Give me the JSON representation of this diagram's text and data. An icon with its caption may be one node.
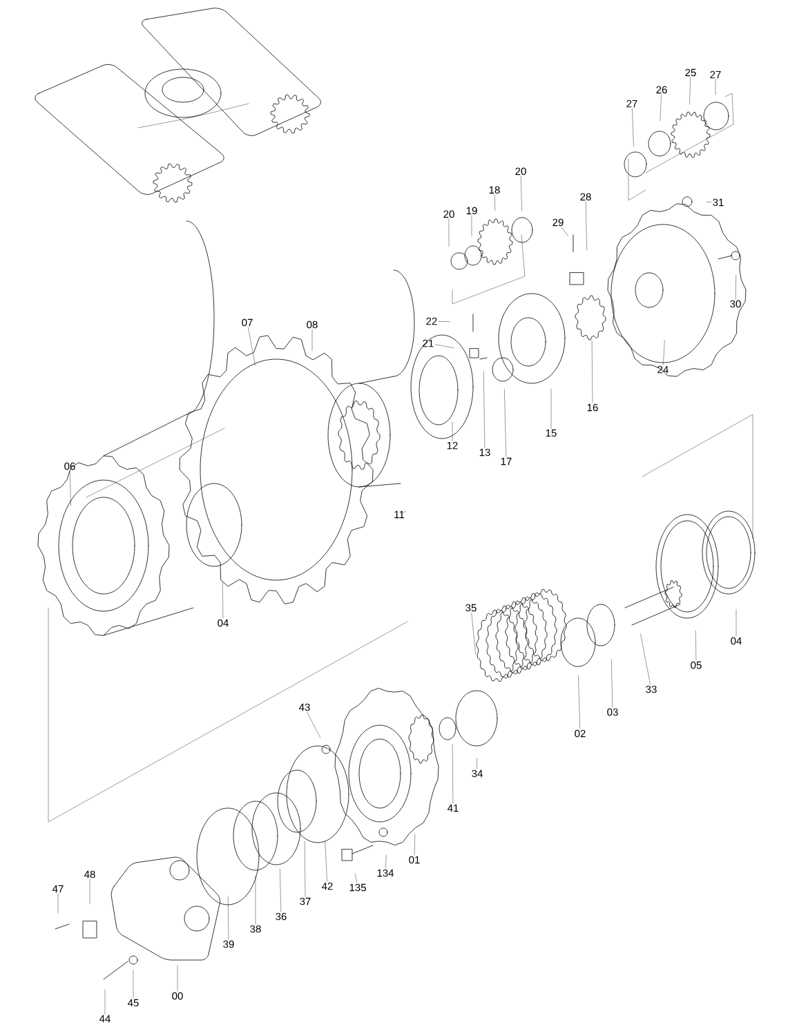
{
  "diagram": {
    "nodes": [
      {
        "text": [
          "27"
        ]
      },
      {
        "text": [
          "26"
        ]
      },
      {
        "text": [
          "25"
        ]
      },
      {
        "text": [
          "27"
        ]
      },
      {
        "text": [
          "20"
        ]
      },
      {
        "text": [
          "18"
        ]
      },
      {
        "text": [
          "19"
        ]
      },
      {
        "text": [
          "20"
        ]
      },
      {
        "text": [
          "29"
        ]
      },
      {
        "text": [
          "28"
        ]
      },
      {
        "text": [
          "31"
        ]
      },
      {
        "text": [
          "30"
        ]
      },
      {
        "text": [
          "24"
        ]
      },
      {
        "text": [
          "22"
        ]
      },
      {
        "text": [
          "21"
        ]
      },
      {
        "text": [
          "16"
        ]
      },
      {
        "text": [
          "15"
        ]
      },
      {
        "text": [
          "17"
        ]
      },
      {
        "text": [
          "13"
        ]
      },
      {
        "text": [
          "12"
        ]
      },
      {
        "text": [
          "11"
        ]
      },
      {
        "text": [
          "08"
        ]
      },
      {
        "text": [
          "07"
        ]
      },
      {
        "text": [
          "06"
        ]
      },
      {
        "text": [
          "04"
        ]
      },
      {
        "text": [
          "04"
        ]
      },
      {
        "text": [
          "05"
        ]
      },
      {
        "text": [
          "33"
        ]
      },
      {
        "text": [
          "03"
        ]
      },
      {
        "text": [
          "02"
        ]
      },
      {
        "text": [
          "35"
        ]
      },
      {
        "text": [
          "34"
        ]
      },
      {
        "text": [
          "41"
        ]
      },
      {
        "text": [
          "43"
        ]
      },
      {
        "text": [
          "01"
        ]
      },
      {
        "text": [
          "134"
        ]
      },
      {
        "text": [
          "135"
        ]
      },
      {
        "text": [
          "42"
        ]
      },
      {
        "text": [
          "37"
        ]
      },
      {
        "text": [
          "36"
        ]
      },
      {
        "text": [
          "38"
        ]
      },
      {
        "text": [
          "39"
        ]
      },
      {
        "text": [
          "00"
        ]
      },
      {
        "text": [
          "45"
        ]
      },
      {
        "text": [
          "44"
        ]
      },
      {
        "text": [
          "47"
        ]
      },
      {
        "text": [
          "48"
        ]
      }
    ],
    "edges": [
      {
        "from": 0,
        "to": null,
        "arrow": "none"
      },
      {
        "from": 1,
        "to": null,
        "arrow": "none"
      },
      {
        "from": 2,
        "to": null,
        "arrow": "none"
      },
      {
        "from": 3,
        "to": null,
        "arrow": "none"
      },
      {
        "from": 4,
        "to": null,
        "arrow": "none"
      },
      {
        "from": 5,
        "to": null,
        "arrow": "none"
      },
      {
        "from": 6,
        "to": null,
        "arrow": "none"
      },
      {
        "from": 7,
        "to": null,
        "arrow": "none"
      },
      {
        "from": 8,
        "to": null,
        "arrow": "none"
      },
      {
        "from": 9,
        "to": null,
        "arrow": "none"
      },
      {
        "from": 10,
        "to": null,
        "arrow": "none"
      },
      {
        "from": 11,
        "to": null,
        "arrow": "none"
      },
      {
        "from": 12,
        "to": null,
        "arrow": "none"
      },
      {
        "from": 13,
        "to": null,
        "arrow": "none"
      },
      {
        "from": 14,
        "to": null,
        "arrow": "none"
      },
      {
        "from": 15,
        "to": null,
        "arrow": "none"
      },
      {
        "from": 16,
        "to": null,
        "arrow": "none"
      },
      {
        "from": 17,
        "to": null,
        "arrow": "none"
      },
      {
        "from": 18,
        "to": null,
        "arrow": "none"
      },
      {
        "from": 19,
        "to": null,
        "arrow": "none"
      },
      {
        "from": 20,
        "to": null,
        "arrow": "none"
      },
      {
        "from": 21,
        "to": null,
        "arrow": "none"
      },
      {
        "from": 22,
        "to": null,
        "arrow": "none"
      },
      {
        "from": 23,
        "to": null,
        "arrow": "none"
      },
      {
        "from": 24,
        "to": null,
        "arrow": "none"
      },
      {
        "from": 25,
        "to": null,
        "arrow": "none"
      },
      {
        "from": 26,
        "to": null,
        "arrow": "none"
      },
      {
        "from": 27,
        "to": null,
        "arrow": "none"
      },
      {
        "from": 28,
        "to": null,
        "arrow": "none"
      },
      {
        "from": 29,
        "to": null,
        "arrow": "none"
      },
      {
        "from": 30,
        "to": null,
        "arrow": "none"
      },
      {
        "from": 31,
        "to": null,
        "arrow": "none"
      },
      {
        "from": 32,
        "to": null,
        "arrow": "none"
      },
      {
        "from": 33,
        "to": null,
        "arrow": "none"
      },
      {
        "from": 34,
        "to": null,
        "arrow": "none"
      },
      {
        "from": 35,
        "to": null,
        "arrow": "none"
      },
      {
        "from": 36,
        "to": null,
        "arrow": "none"
      },
      {
        "from": 37,
        "to": null,
        "arrow": "none"
      },
      {
        "from": 38,
        "to": null,
        "arrow": "none"
      },
      {
        "from": 39,
        "to": null,
        "arrow": "none"
      },
      {
        "from": 40,
        "to": null,
        "arrow": "none"
      },
      {
        "from": 41,
        "to": null,
        "arrow": "none"
      },
      {
        "from": 42,
        "to": null,
        "arrow": "none"
      },
      {
        "from": 43,
        "to": null,
        "arrow": "none"
      },
      {
        "from": 44,
        "to": null,
        "arrow": "none"
      },
      {
        "from": 45,
        "to": null,
        "arrow": "none"
      },
      {
        "from": 46,
        "to": null,
        "arrow": "none"
      }
    ]
  }
}
